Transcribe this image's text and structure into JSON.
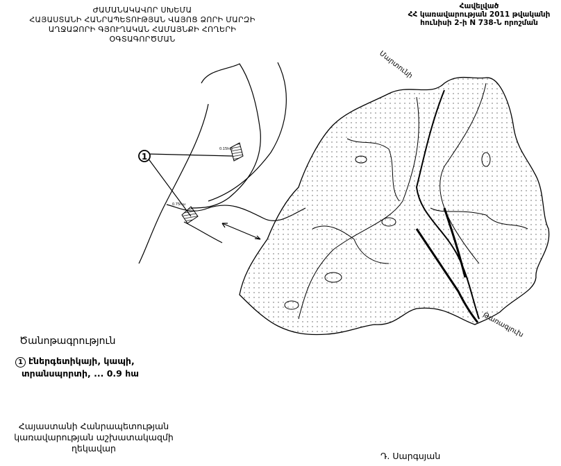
{
  "title": {
    "lines": [
      "ԺԱՄԱՆԱԿԱՎՈՐ ՍԽԵՄԱ",
      "ՀԱՅԱՍՏԱՆԻ ՀԱՆՐԱՊԵՏՈՒԹՅԱՆ ՎԱՅՈՑ ՁՈՐԻ ՄԱՐԶԻ",
      "ԱՂՋԱՁՈՐԻ ԳՅՈՒՂԱԿԱՆ ՀԱՄԱՅՆՔԻ ՀՈՂԵՐԻ",
      "ՕԳՏԱԳՈՐԾՄԱՆ"
    ]
  },
  "annex": {
    "lines": [
      "Հավելված",
      "ՀՀ կառավարության 2011 թվականի",
      "հունիսի 2-ի N 738-Ն որոշման"
    ]
  },
  "map": {
    "place_labels": [
      "Մարտունի",
      "Թառագլուխ"
    ],
    "callout_marker": "1",
    "plot_labels": [
      "0.15հա",
      "0.75հա"
    ]
  },
  "legend": {
    "title": "Ծանոթագրություն",
    "items": [
      {
        "number": "1",
        "line1": "էներգետիկայի, կապի,",
        "line2": "տրանսպորտի, ... 0.9 հա"
      }
    ]
  },
  "signature": {
    "role_lines": [
      "Հայաստանի Հանրապետության",
      "կառավարության աշխատակազմի",
      "ղեկավար"
    ],
    "name": "Դ. Սարգսյան"
  }
}
